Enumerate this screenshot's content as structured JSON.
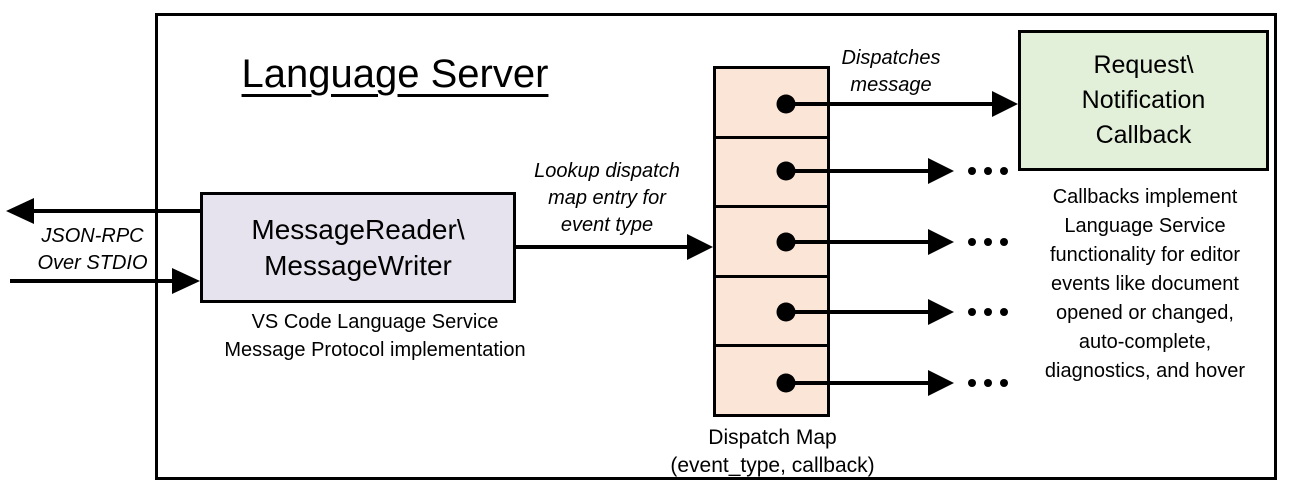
{
  "colors": {
    "reader-fill": "#e7e3ee",
    "map-fill": "#fbe5d6",
    "callback-fill": "#e2efd9",
    "line": "#000000"
  },
  "icons": {
    "ellipsis": "...",
    "dispatch_entry_dot": "filled-circle",
    "arrow": "solid-triangle-arrow"
  },
  "diagram": {
    "title": "Language Server",
    "reader_box": {
      "lines": [
        "MessageReader\\",
        "MessageWriter"
      ]
    },
    "reader_caption": {
      "lines": [
        "VS Code Language Service",
        "Message Protocol implementation"
      ]
    },
    "stdio_label": {
      "lines": [
        "JSON-RPC",
        "Over STDIO"
      ]
    },
    "lookup_label": {
      "lines": [
        "Lookup dispatch",
        "map entry for",
        "event type"
      ]
    },
    "dispatches_label": {
      "lines": [
        "Dispatches",
        "message"
      ]
    },
    "dispatch_map": {
      "cell_count": 5,
      "caption_lines": [
        "Dispatch Map",
        "(event_type, callback)"
      ]
    },
    "callback_box": {
      "lines": [
        "Request\\",
        "Notification",
        "Callback"
      ]
    },
    "callback_caption": {
      "lines": [
        "Callbacks implement",
        "Language Service",
        "functionality for editor",
        "events like document",
        "opened or changed,",
        "auto-complete,",
        "diagnostics, and hover"
      ]
    }
  }
}
